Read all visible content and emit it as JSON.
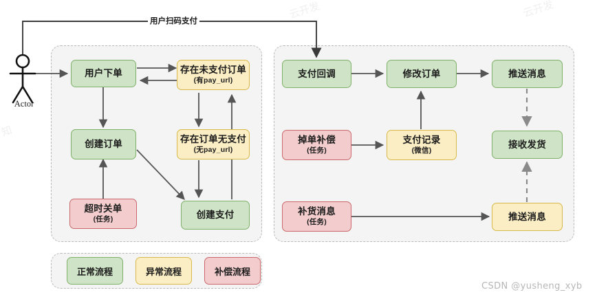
{
  "diagram": {
    "title_edge_label": "用户扫码支付",
    "actor": {
      "label": "Actor",
      "icon": "stick-figure-actor-icon"
    },
    "colors": {
      "normal_fill": "#cfe4c6",
      "normal_border": "#7fb069",
      "exception_fill": "#fbeec4",
      "exception_border": "#d9b84a",
      "compensation_fill": "#f3cdcd",
      "compensation_border": "#c9676b",
      "group_bg": "#f4f4f4",
      "group_border": "#b9b9b9",
      "edge": "#555555"
    },
    "left_group": {
      "name": "order-flow-group",
      "nodes": [
        {
          "id": "user-place-order",
          "text": "用户下单",
          "sub": "",
          "type": "normal"
        },
        {
          "id": "exists-unpaid-order",
          "text": "存在未支付订单",
          "sub": "(有pay_url)",
          "type": "exception"
        },
        {
          "id": "create-order",
          "text": "创建订单",
          "sub": "",
          "type": "normal"
        },
        {
          "id": "exists-order-no-pay",
          "text": "存在订单无支付",
          "sub": "(无pay_url)",
          "type": "exception"
        },
        {
          "id": "timeout-close-order",
          "text": "超时关单",
          "sub": "(任务)",
          "type": "compensation"
        },
        {
          "id": "create-payment",
          "text": "创建支付",
          "sub": "",
          "type": "normal"
        }
      ]
    },
    "right_group": {
      "name": "payment-callback-group",
      "nodes": [
        {
          "id": "payment-callback",
          "text": "支付回调",
          "sub": "",
          "type": "normal"
        },
        {
          "id": "modify-order",
          "text": "修改订单",
          "sub": "",
          "type": "normal"
        },
        {
          "id": "push-message-top",
          "text": "推送消息",
          "sub": "",
          "type": "normal"
        },
        {
          "id": "lost-order-compensation",
          "text": "掉单补偿",
          "sub": "(任务)",
          "type": "compensation"
        },
        {
          "id": "payment-record",
          "text": "支付记录",
          "sub": "(微信)",
          "type": "exception"
        },
        {
          "id": "receive-ship",
          "text": "接收发货",
          "sub": "",
          "type": "normal"
        },
        {
          "id": "restock-message",
          "text": "补货消息",
          "sub": "(任务)",
          "type": "compensation"
        },
        {
          "id": "push-message-bottom",
          "text": "推送消息",
          "sub": "",
          "type": "exception"
        }
      ]
    },
    "legend": {
      "name": "flow-legend",
      "items": [
        {
          "label": "正常流程",
          "type": "normal"
        },
        {
          "label": "异常流程",
          "type": "exception"
        },
        {
          "label": "补偿流程",
          "type": "compensation"
        }
      ]
    },
    "watermark": "CSDN @yusheng_xyb"
  }
}
